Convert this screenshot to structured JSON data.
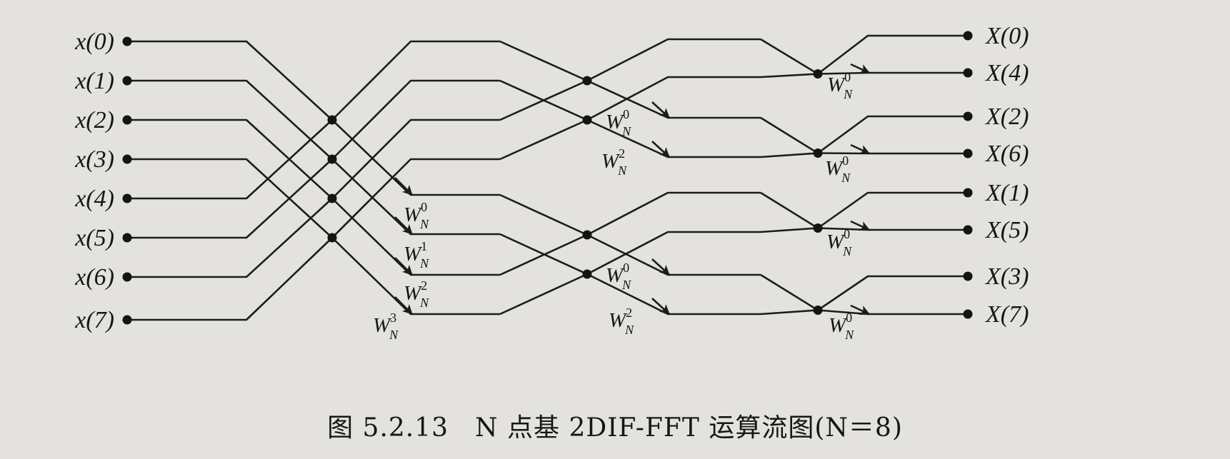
{
  "inputs": [
    "x(0)",
    "x(1)",
    "x(2)",
    "x(3)",
    "x(4)",
    "x(5)",
    "x(6)",
    "x(7)"
  ],
  "outputs": [
    "X(0)",
    "X(4)",
    "X(2)",
    "X(6)",
    "X(1)",
    "X(5)",
    "X(3)",
    "X(7)"
  ],
  "twiddle_base": "W",
  "twiddle_sub": "N",
  "twiddles": {
    "stage1": [
      "0",
      "1",
      "2",
      "3"
    ],
    "stage2": [
      "0",
      "2",
      "0",
      "2"
    ],
    "stage3": [
      "0",
      "0",
      "0",
      "0"
    ]
  },
  "caption": "图 5.2.13　N 点基 2DIF-FFT 运算流图(N＝8)"
}
